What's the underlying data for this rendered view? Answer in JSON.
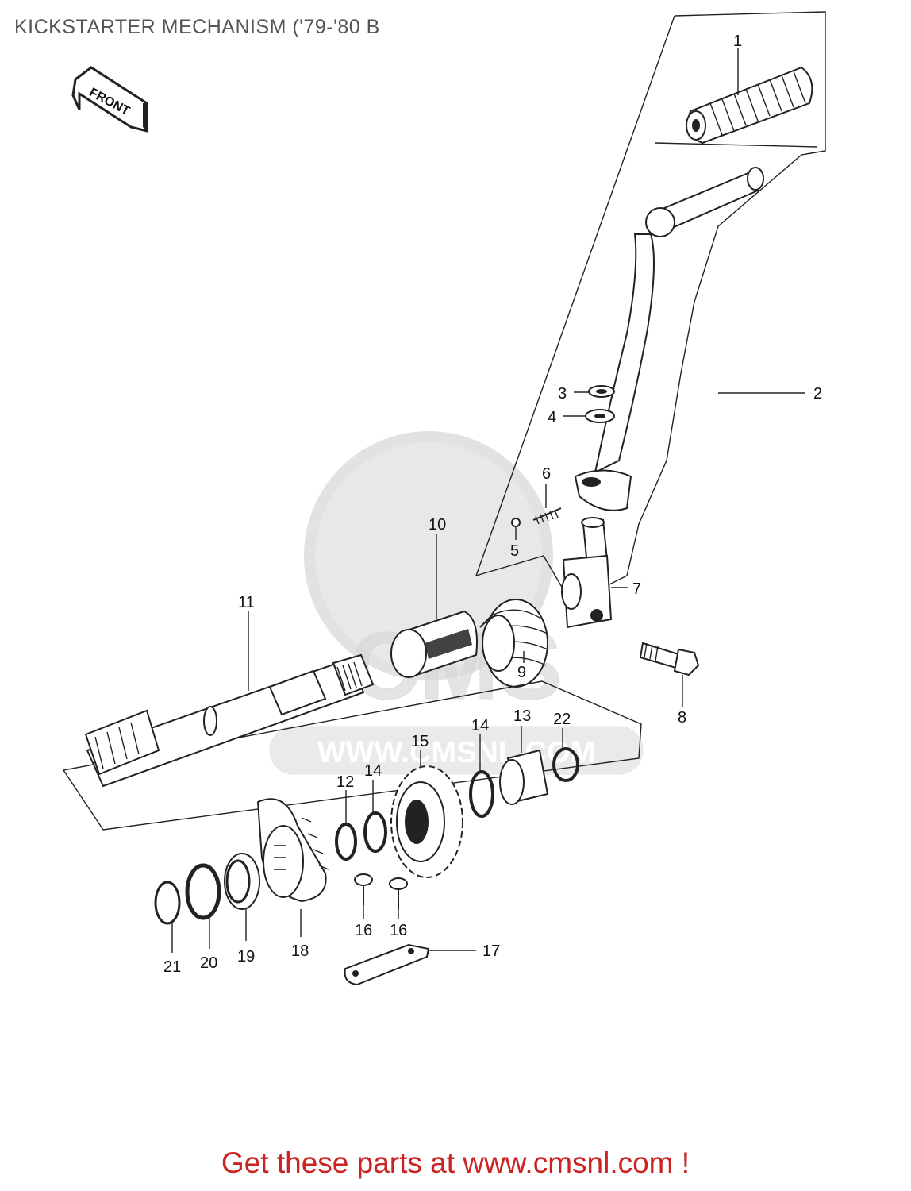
{
  "header": {
    "title": "KICKSTARTER MECHANISM ('79-'80 B"
  },
  "direction_badge": {
    "label": "FRONT"
  },
  "watermark": {
    "text": "WWW.CMSNL.COM",
    "logo_text": "CMS"
  },
  "footer": {
    "promo_text": "Get these parts at www.cmsnl.com !",
    "promo_color": "#cc2222"
  },
  "callouts": {
    "c1": "1",
    "c2": "2",
    "c3": "3",
    "c4": "4",
    "c5": "5",
    "c6": "6",
    "c7": "7",
    "c8": "8",
    "c9": "9",
    "c10": "10",
    "c11": "11",
    "c12": "12",
    "c13": "13",
    "c14a": "14",
    "c14b": "14",
    "c15": "15",
    "c16a": "16",
    "c16b": "16",
    "c17": "17",
    "c18": "18",
    "c19": "19",
    "c20": "20",
    "c21": "21",
    "c22": "22"
  }
}
